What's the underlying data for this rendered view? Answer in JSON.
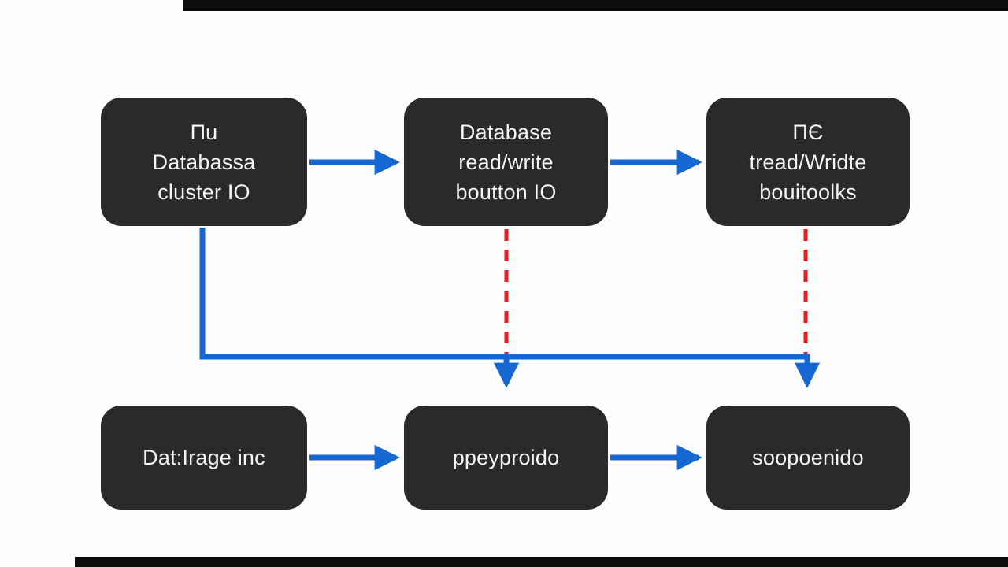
{
  "colors": {
    "blue": "#1667d1",
    "red": "#e02020",
    "box-bg": "#2a2a2c",
    "box-text": "#f5f5f5",
    "bar": "#0e0e0e",
    "canvas": "#fdfdfd"
  },
  "diagram": {
    "nodes": [
      {
        "id": "database-cluster",
        "lines": [
          "Пu",
          "Databassa",
          "cluster IO"
        ]
      },
      {
        "id": "database-read-write",
        "lines": [
          "Database",
          "read/write",
          "boutton IO"
        ]
      },
      {
        "id": "tread-wridte",
        "lines": [
          "ΠЄ",
          "tread/Wridte",
          "bouitoolks"
        ]
      },
      {
        "id": "datirage-inc",
        "lines": [
          "Dat:Irage inc"
        ]
      },
      {
        "id": "ppeyproido",
        "lines": [
          "ppeyproido"
        ]
      },
      {
        "id": "soopoenido",
        "lines": [
          "soopoenido"
        ]
      }
    ]
  }
}
